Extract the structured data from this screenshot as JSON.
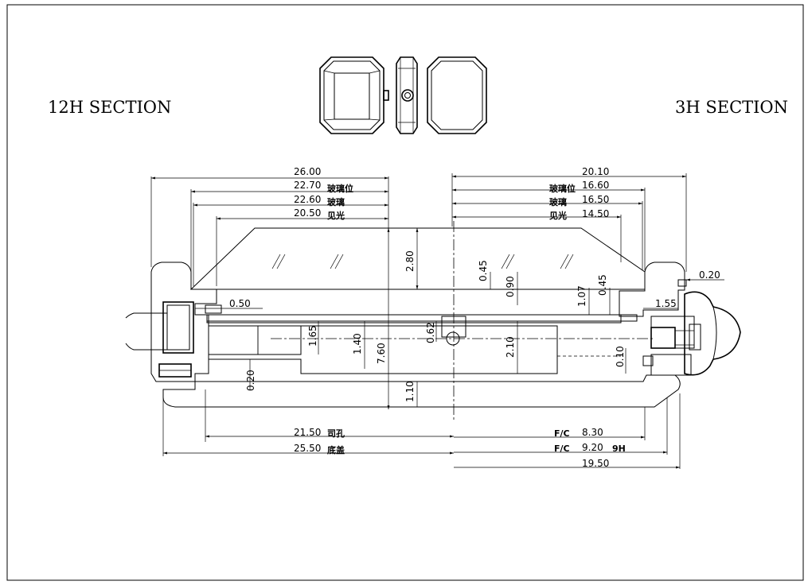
{
  "titles": {
    "left": "12H SECTION",
    "right": "3H SECTION"
  },
  "left_dims": [
    {
      "value": "26.00",
      "note": ""
    },
    {
      "value": "22.70",
      "note": "玻璃位"
    },
    {
      "value": "22.60",
      "note": "玻璃"
    },
    {
      "value": "20.50",
      "note": "见光"
    }
  ],
  "right_dims": [
    {
      "value": "20.10",
      "note": ""
    },
    {
      "value": "16.60",
      "note": "玻璃位"
    },
    {
      "value": "16.50",
      "note": "玻璃"
    },
    {
      "value": "14.50",
      "note": "见光"
    }
  ],
  "vertical_dims": [
    "2.80",
    "0.45",
    "0.90",
    "1.07",
    "0.45",
    "1.65",
    "1.40",
    "7.60",
    "0.62",
    "2.10",
    "0.10",
    "0.20",
    "1.10"
  ],
  "small_dims": {
    "gap": "0.50",
    "crown_gap": "0.20",
    "crown": "1.55"
  },
  "bottom_dims": [
    {
      "value": "21.50",
      "note": "司孔"
    },
    {
      "value": "25.50",
      "note": "底盖"
    }
  ],
  "right_bottom_dims": [
    {
      "prefix": "F/C",
      "value": "8.30",
      "note": ""
    },
    {
      "prefix": "F/C",
      "value": "9.20",
      "note": "9H"
    },
    {
      "prefix": "",
      "value": "19.50",
      "note": ""
    }
  ]
}
